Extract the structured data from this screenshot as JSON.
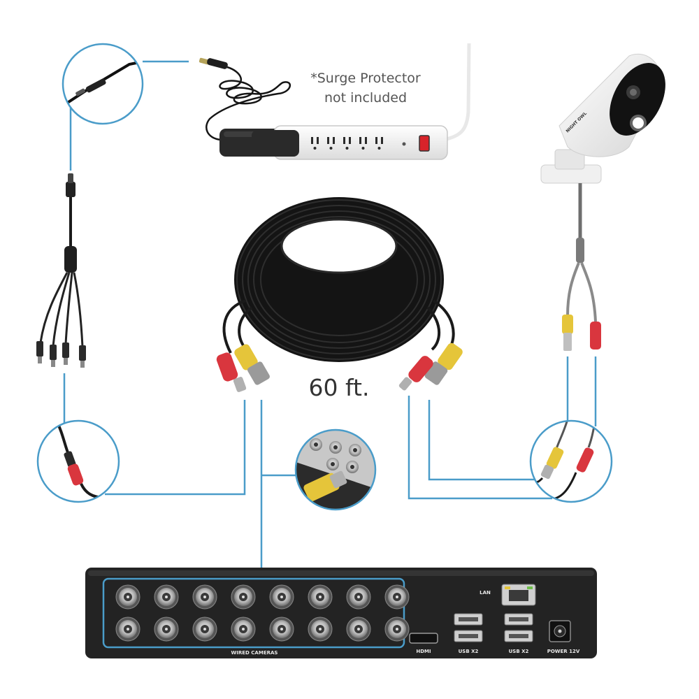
{
  "texts": {
    "surge_line1": "*Surge Protector",
    "surge_line2": "not included",
    "cable_length": "60 ft.",
    "camera_brand": "NIGHT OWL"
  },
  "dvr": {
    "labels": {
      "wired_cameras": "WIRED CAMERAS",
      "hdmi": "HDMI",
      "usb_left": "USB X2",
      "usb_right": "USB X2",
      "lan": "LAN",
      "power": "POWER 12V"
    },
    "bnc_rows": 2,
    "bnc_cols": 8
  },
  "colors": {
    "guide_line": "#4a9cc9",
    "cable": "#1a1a1a",
    "video_plug": "#e5c53a",
    "power_plug": "#d9363e",
    "dvr_body": "#232323"
  }
}
